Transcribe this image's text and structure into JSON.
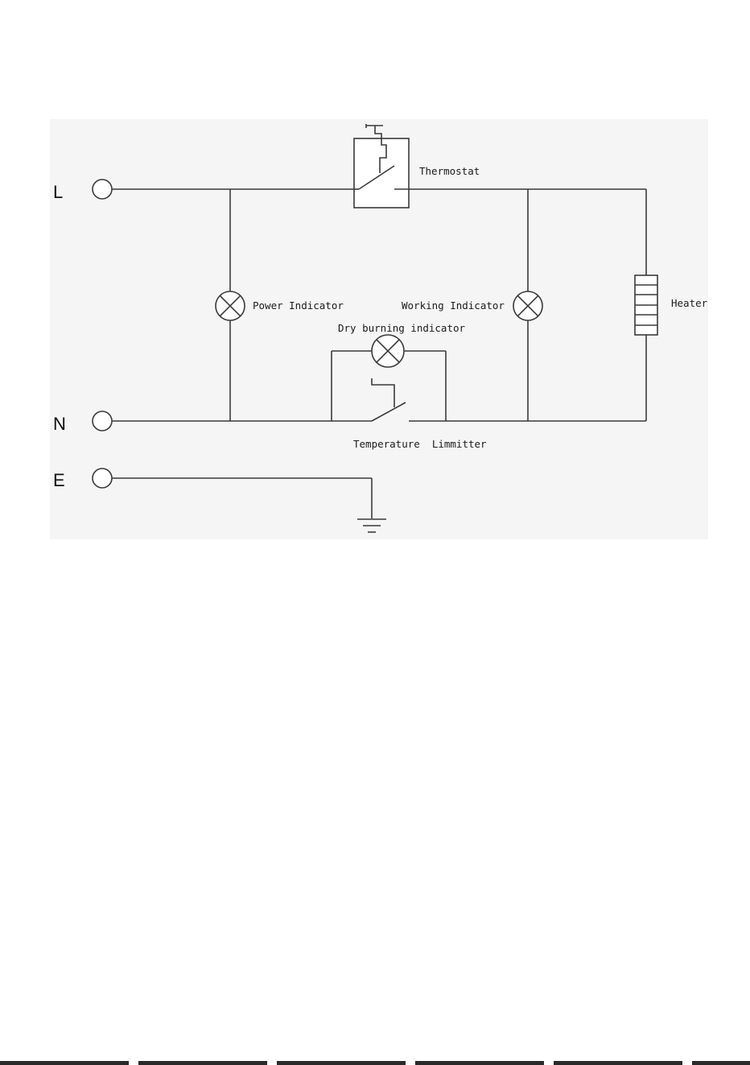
{
  "terminals": {
    "live": "L",
    "neutral": "N",
    "earth": "E"
  },
  "components": {
    "thermostat": "Thermostat",
    "power_indicator": "Power Indicator",
    "working_indicator": "Working Indicator",
    "dry_burning_indicator": "Dry burning indicator",
    "heater": "Heater",
    "temperature_limiter": "Temperature  Limmitter"
  }
}
